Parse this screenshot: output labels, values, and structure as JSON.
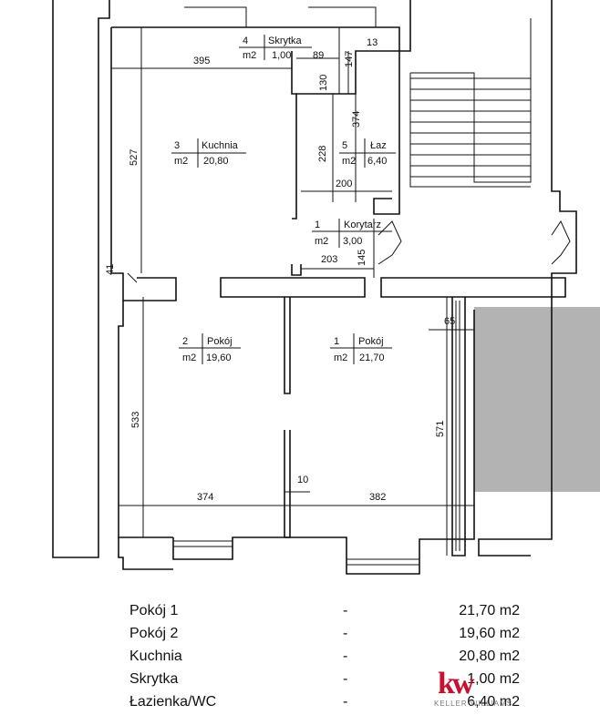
{
  "rooms": [
    {
      "id": "1",
      "name": "Pokój",
      "unit": "m2",
      "area": "21,70"
    },
    {
      "id": "2",
      "name": "Pokój",
      "unit": "m2",
      "area": "19,60"
    },
    {
      "id": "3",
      "name": "Kuchnia",
      "unit": "m2",
      "area": "20,80"
    },
    {
      "id": "4",
      "name": "Skrytka",
      "unit": "m2",
      "area": "1,00"
    },
    {
      "id": "5",
      "name": "Łaz",
      "unit": "m2",
      "area": "6,40"
    },
    {
      "id": "1",
      "name": "Korytarz",
      "unit": "m2",
      "area": "3,00"
    }
  ],
  "dimensions": {
    "kitchen_width": "395",
    "skrytka_width": "89",
    "skrytka_depth": "147",
    "wall_13": "13",
    "skrytka_130": "130",
    "bath_height": "374",
    "bath_depth": "228",
    "bath_width": "200",
    "kitchen_height": "527",
    "wall_41": "41",
    "corridor_width": "203",
    "corridor_depth": "145",
    "room2_height": "533",
    "room2_width": "374",
    "room1_width": "382",
    "room1_height": "571",
    "wall_10": "10",
    "window_65": "65"
  },
  "legend": [
    {
      "label": "Pokój 1",
      "sep": "-",
      "value": "21,70 m2"
    },
    {
      "label": "Pokój 2",
      "sep": "-",
      "value": "19,60 m2"
    },
    {
      "label": "Kuchnia",
      "sep": "-",
      "value": "20,80 m2"
    },
    {
      "label": "Skrytka",
      "sep": "-",
      "value": "1,00 m2"
    },
    {
      "label": "Łazienka/WC",
      "sep": "-",
      "value": "6,40 m2"
    }
  ],
  "logo": {
    "mark": "kw",
    "text": "KELLER WILLIAMS."
  },
  "colors": {
    "neighbor_fill": "#b3b3b3",
    "logo_red": "#c8102e"
  }
}
